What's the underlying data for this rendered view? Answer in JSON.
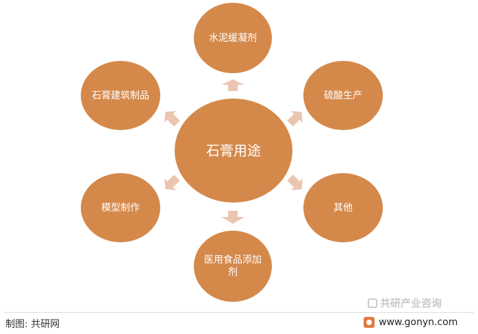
{
  "diagram": {
    "center": "石膏用途",
    "nodes": {
      "top": "水泥缓凝剂",
      "top_right": "硫酸生产",
      "right": "其他",
      "bottom": "医用食品添加剂",
      "left": "模型制作",
      "top_left": "石膏建筑制品"
    }
  },
  "colors": {
    "circle": "#D4894B",
    "arrow": "#EBC5B0"
  },
  "footer": {
    "source": "制图: 共研网",
    "watermark": "共研产业咨询",
    "website": "www.gonyn.com"
  }
}
